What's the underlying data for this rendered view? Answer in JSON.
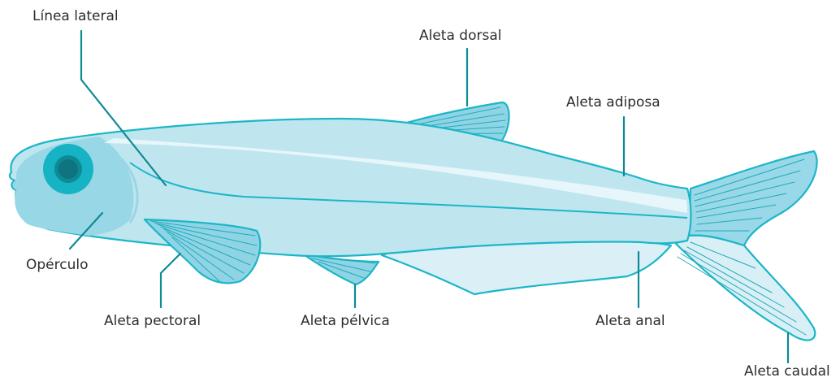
{
  "labels": {
    "linea_lateral": "Línea lateral",
    "aleta_dorsal": "Aleta dorsal",
    "aleta_adiposa": "Aleta adiposa",
    "operculo": "Opérculo",
    "aleta_pectoral": "Aleta pectoral",
    "aleta_pelvica": "Aleta pélvica",
    "aleta_anal": "Aleta anal",
    "aleta_caudal": "Aleta caudal"
  },
  "colors": {
    "body_fill": "#bfe6ef",
    "fin_fill": "#8fd4e5",
    "outline": "#1cb6c7",
    "leader_line": "#0e8a95",
    "eye_outer": "#16b3c4",
    "eye_inner": "#0e7f8a",
    "label_text": "#2d2d2d"
  }
}
